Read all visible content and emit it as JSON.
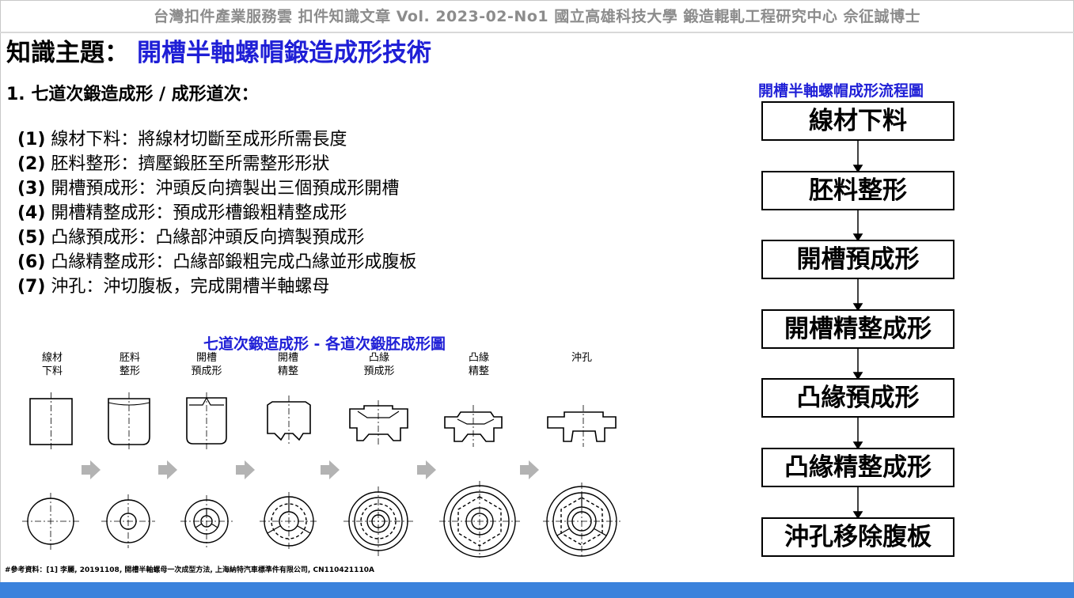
{
  "header": {
    "text": "台灣扣件產業服務雲  扣件知識文章  Vol. 2023-02-No1  國立高雄科技大學  鍛造輥軋工程研究中心  佘征誠博士"
  },
  "topic": {
    "label": "知識主題：",
    "title": "開槽半軸螺帽鍛造成形技術"
  },
  "section": {
    "heading": "1. 七道次鍛造成形 / 成形道次："
  },
  "steps": [
    {
      "num": "(1)",
      "text": "線材下料：將線材切斷至成形所需長度"
    },
    {
      "num": "(2)",
      "text": "胚料整形：擠壓鍛胚至所需整形形狀"
    },
    {
      "num": "(3)",
      "text": "開槽預成形：沖頭反向擠製出三個預成形開槽"
    },
    {
      "num": "(4)",
      "text": "開槽精整成形：預成形槽鍛粗精整成形"
    },
    {
      "num": "(5)",
      "text": "凸緣預成形：凸緣部沖頭反向擠製預成形"
    },
    {
      "num": "(6)",
      "text": "凸緣精整成形：凸緣部鍛粗完成凸緣並形成腹板"
    },
    {
      "num": "(7)",
      "text": "沖孔：沖切腹板，完成開槽半軸螺母"
    }
  ],
  "figure": {
    "title": "七道次鍛造成形 - 各道次鍛胚成形圖",
    "stages": [
      {
        "line1": "線材",
        "line2": "下料"
      },
      {
        "line1": "胚料",
        "line2": "整形"
      },
      {
        "line1": "開槽",
        "line2": "預成形"
      },
      {
        "line1": "開槽",
        "line2": "精整"
      },
      {
        "line1": "凸緣",
        "line2": "預成形"
      },
      {
        "line1": "凸緣",
        "line2": "精整"
      },
      {
        "line1": "沖孔",
        "line2": ""
      }
    ],
    "arrow_color": "#b3b3b3"
  },
  "flowchart": {
    "title": "開槽半軸螺帽成形流程圖",
    "boxes": [
      "線材下料",
      "胚料整形",
      "開槽預成形",
      "開槽精整成形",
      "凸緣預成形",
      "凸緣精整成形",
      "沖孔移除腹板"
    ]
  },
  "footnote": {
    "text": "#參考資料：[1] 李麗, 20191108, 開槽半軸螺母一次成型方法, 上海納特汽車標準件有限公司, CN110421110A"
  },
  "colors": {
    "accent_blue": "#1f1fd6",
    "header_gray": "#8c8c8c",
    "bottom_bar": "#3b82dc"
  }
}
